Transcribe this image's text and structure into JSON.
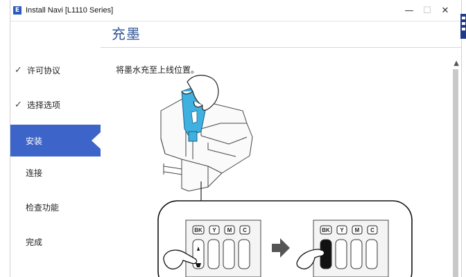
{
  "window": {
    "app_icon_letter": "E",
    "title": "Install Navi [L1110 Series]",
    "minimize": "—",
    "maximize": "☐",
    "close": "✕"
  },
  "page": {
    "title": "充墨",
    "instruction": "将墨水充至上线位置。"
  },
  "sidebar": {
    "items": [
      {
        "label": "许可协议",
        "state": "done"
      },
      {
        "label": "选择选项",
        "state": "done"
      },
      {
        "label": "安装",
        "state": "active"
      },
      {
        "label": "连接",
        "state": "pending"
      },
      {
        "label": "检查功能",
        "state": "pending"
      },
      {
        "label": "完成",
        "state": "pending"
      }
    ],
    "check_mark": "✓"
  },
  "illustration": {
    "ink_labels": [
      "BK",
      "Y",
      "M",
      "C"
    ],
    "arrow_icon": "right-arrow-icon",
    "colors": {
      "bottle": "#3fb1e0",
      "accent": "#3d64c8",
      "ink_black": "#111111"
    }
  },
  "scrollbar": {
    "up_arrow": "▲"
  }
}
